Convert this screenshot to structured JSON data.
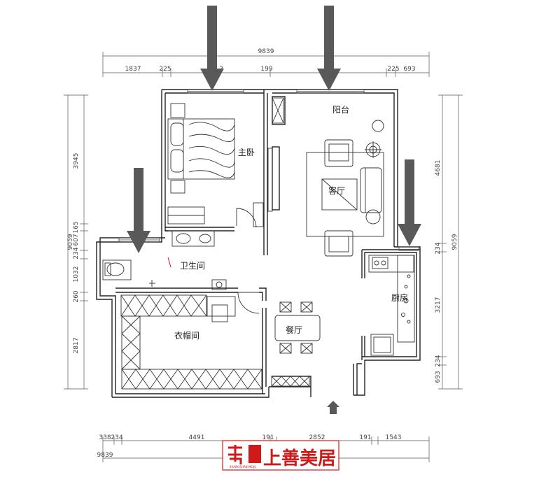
{
  "dimensions": {
    "top_total": "9839",
    "top_segments": [
      "1837",
      "225",
      "2",
      "199",
      "225",
      "693"
    ],
    "left_total": "9059",
    "left_segments": [
      "3945",
      "165",
      "607",
      "234",
      "1032",
      "260",
      "2817"
    ],
    "right_total": "9059",
    "right_segments": [
      "4681",
      "234",
      "3217",
      "234",
      "693"
    ],
    "bottom_segments": [
      "338",
      "234",
      "4491",
      "191",
      "2852",
      "191",
      "1543"
    ],
    "bottom_total": "9839"
  },
  "rooms": {
    "master_bedroom": "主卧",
    "balcony": "阳台",
    "living_room": "客厅",
    "bathroom": "卫生间",
    "kitchen": "厨房",
    "dining_room": "餐厅",
    "cloakroom": "衣帽间"
  },
  "logo": {
    "text": "上善美居",
    "pinyin": "SHANGSHAN MEIJU"
  },
  "colors": {
    "walls": "#222222",
    "arrows": "#595959",
    "logo": "#d01a1a"
  }
}
